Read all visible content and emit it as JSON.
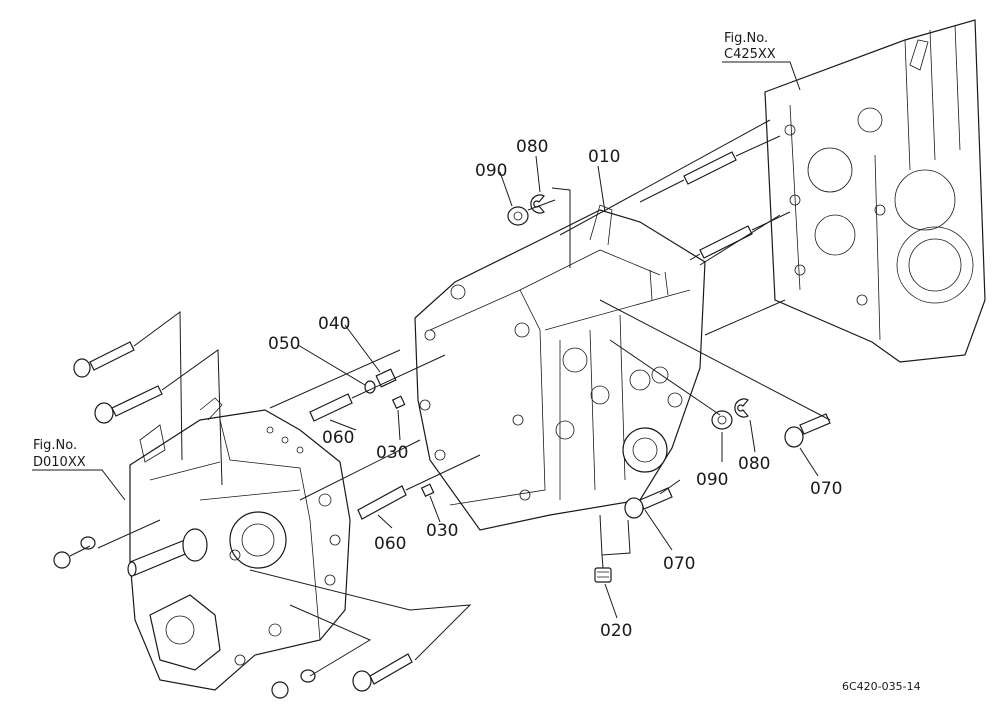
{
  "figure_refs": [
    {
      "line1": "Fig.No.",
      "line2": "C425XX"
    },
    {
      "line1": "Fig.No.",
      "line2": "D010XX"
    }
  ],
  "callouts": [
    "010",
    "020",
    "030",
    "030",
    "040",
    "050",
    "060",
    "060",
    "070",
    "070",
    "080",
    "080",
    "090",
    "090"
  ],
  "drawing_code": "6C420-035-14"
}
